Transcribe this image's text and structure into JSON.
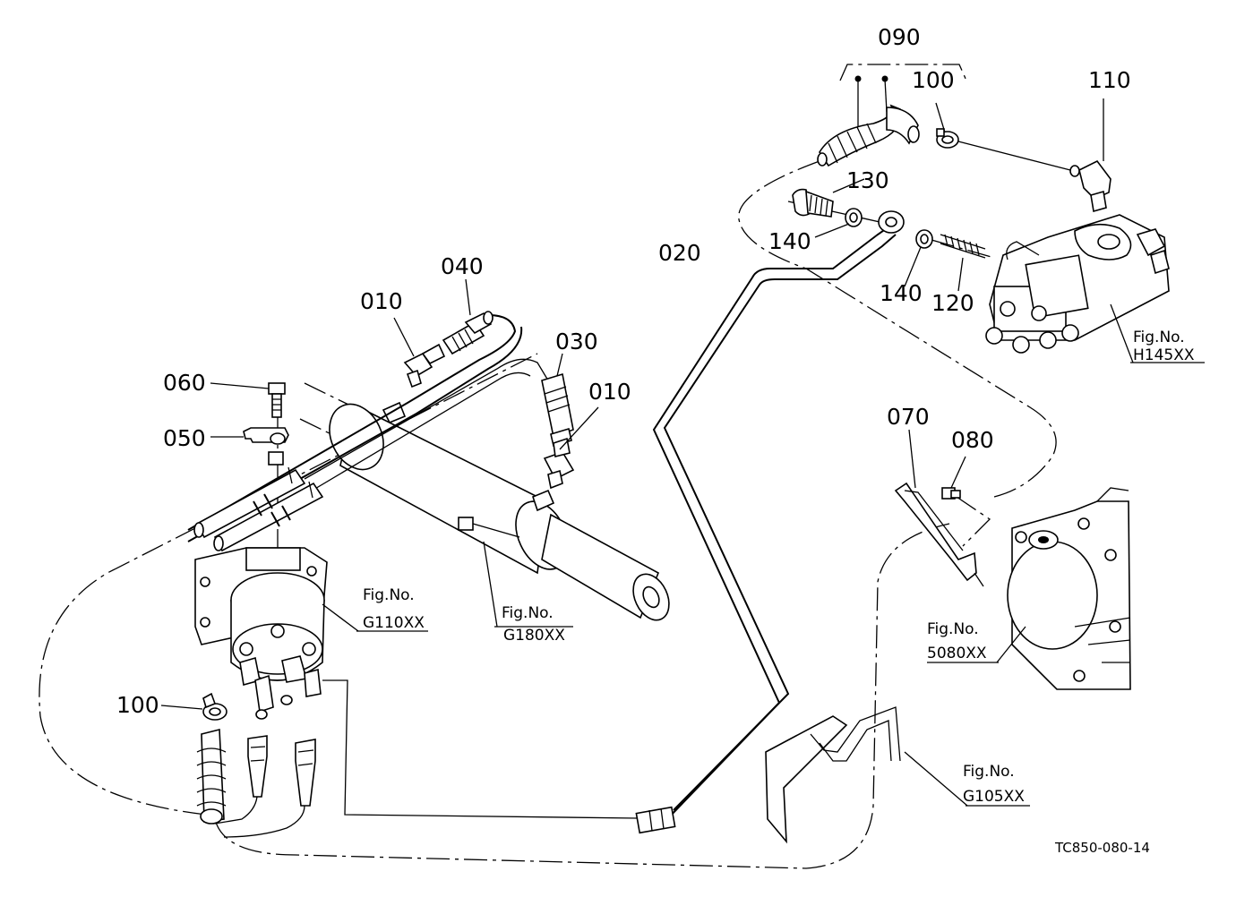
{
  "parts": {
    "p090": "090",
    "p100a": "100",
    "p110": "110",
    "p130": "130",
    "p140a": "140",
    "p140b": "140",
    "p120": "120",
    "p020": "020",
    "p040": "040",
    "p010a": "010",
    "p030": "030",
    "p010b": "010",
    "p060": "060",
    "p050": "050",
    "p070": "070",
    "p080": "080",
    "p100b": "100"
  },
  "figs": {
    "fig_label": "Fig.No.",
    "h145": "H145XX",
    "g110": "G110XX",
    "g180": "G180XX",
    "f5080": "5080XX",
    "g105": "G105XX"
  },
  "drawing_number": "TC850-080-14"
}
